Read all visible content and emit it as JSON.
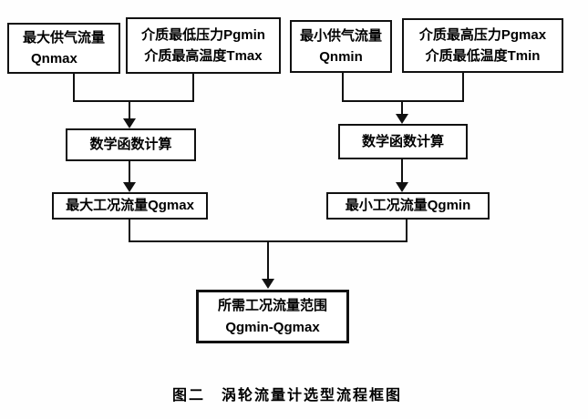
{
  "diagram": {
    "type": "flowchart",
    "colors": {
      "line": "#111111",
      "background": "#ffffff",
      "text": "#000000"
    },
    "nodes": {
      "max_supply_flow": {
        "lines": [
          "最大供气流量",
          "Qnmax"
        ]
      },
      "min_pressure_max_temp": {
        "lines": [
          "介质最低压力Pgmin",
          "介质最高温度Tmax"
        ]
      },
      "min_supply_flow": {
        "lines": [
          "最小供气流量",
          "Qnmin"
        ]
      },
      "max_pressure_min_temp": {
        "lines": [
          "介质最高压力Pgmax",
          "介质最低温度Tmin"
        ]
      },
      "math_calc_left": {
        "lines": [
          "数学函数计算"
        ]
      },
      "math_calc_right": {
        "lines": [
          "数学函数计算"
        ]
      },
      "max_working_flow": {
        "lines": [
          "最大工况流量Qgmax"
        ]
      },
      "min_working_flow": {
        "lines": [
          "最小工况流量Qgmin"
        ]
      },
      "required_flow_range": {
        "lines": [
          "所需工况流量范围",
          "Qgmin-Qgmax"
        ]
      }
    },
    "edges": [
      {
        "from": "max_supply_flow",
        "to": "math_calc_left"
      },
      {
        "from": "min_pressure_max_temp",
        "to": "math_calc_left"
      },
      {
        "from": "math_calc_left",
        "to": "max_working_flow"
      },
      {
        "from": "min_supply_flow",
        "to": "math_calc_right"
      },
      {
        "from": "max_pressure_min_temp",
        "to": "math_calc_right"
      },
      {
        "from": "math_calc_right",
        "to": "min_working_flow"
      },
      {
        "from": "max_working_flow",
        "to": "required_flow_range"
      },
      {
        "from": "min_working_flow",
        "to": "required_flow_range"
      }
    ],
    "caption": "图二　涡轮流量计选型流程框图"
  }
}
